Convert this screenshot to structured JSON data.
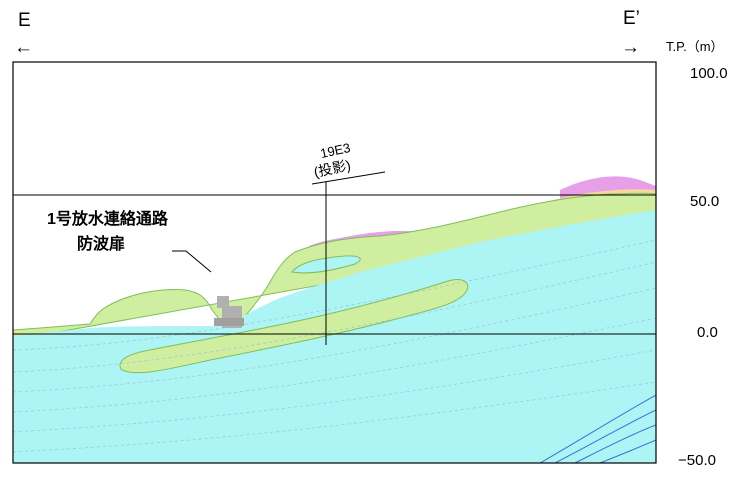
{
  "direction": {
    "left_label": "E",
    "left_arrow": "←",
    "right_label": "E’",
    "right_arrow": "→"
  },
  "axis": {
    "unit_label": "T.P.（m）",
    "ticks": [
      "100.0",
      "50.0",
      "0.0",
      "−50.0"
    ]
  },
  "annotations": {
    "structure_line1": "1号放水連絡通路",
    "structure_line2": "防波扉",
    "borehole_line1": "19E3",
    "borehole_line2": "(投影)"
  },
  "colors": {
    "water_layer": "#adf4f4",
    "green_layer": "#cfeea0",
    "green_edge": "#7fbf5a",
    "orange_layer": "#f7d79a",
    "pink_layer": "#e7a0e7",
    "structure": "#b0b0b0",
    "frame": "#000000"
  }
}
